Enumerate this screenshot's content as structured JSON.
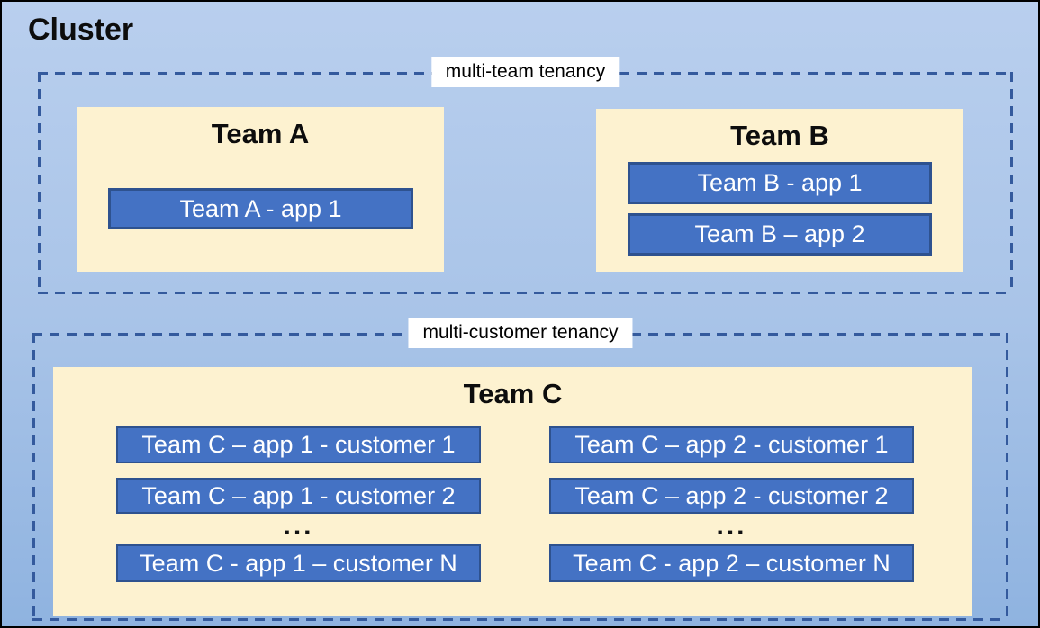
{
  "cluster_title": "Cluster",
  "colors": {
    "canvas_top": "#b9cfee",
    "canvas_bottom": "#8fb3e0",
    "panel_fill": "#fdf2d0",
    "app_fill": "#4472c4",
    "app_border": "#2e528f",
    "dashed_border": "#345a9d",
    "label_bg": "#ffffff",
    "heading_text": "#0d0d0d",
    "app_text": "#ffffff"
  },
  "zones": [
    {
      "label": "multi-team tenancy",
      "teams": [
        {
          "name": "Team A",
          "apps": [
            "Team A - app 1"
          ]
        },
        {
          "name": "Team B",
          "apps": [
            "Team B - app 1",
            "Team B – app 2"
          ]
        }
      ]
    },
    {
      "label": "multi-customer tenancy",
      "teams": [
        {
          "name": "Team C",
          "columns": [
            {
              "apps": [
                "Team C – app 1 - customer 1",
                "Team C – app 1 - customer 2"
              ],
              "ellipsis": "...",
              "last_app": "Team C - app 1 – customer N"
            },
            {
              "apps": [
                "Team C – app 2 - customer 1",
                "Team C – app 2 - customer 2"
              ],
              "ellipsis": "...",
              "last_app": "Team C - app 2 – customer N"
            }
          ]
        }
      ]
    }
  ]
}
